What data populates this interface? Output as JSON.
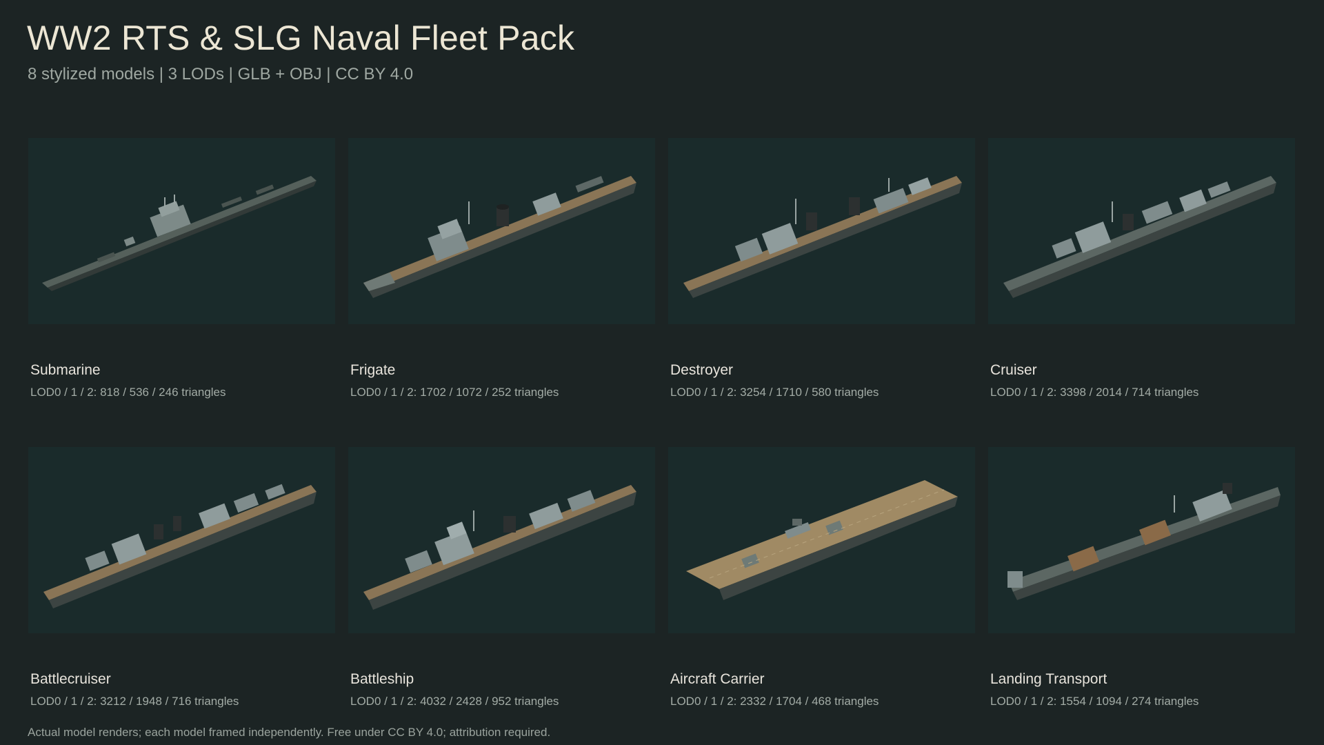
{
  "header": {
    "title": "WW2 RTS & SLG Naval Fleet Pack",
    "subtitle": "8 stylized models | 3 LODs | GLB + OBJ | CC BY 4.0"
  },
  "models": [
    {
      "name": "Submarine",
      "stats": "LOD0 / 1 / 2: 818 / 536 / 246 triangles"
    },
    {
      "name": "Frigate",
      "stats": "LOD0 / 1 / 2: 1702 / 1072 / 252 triangles"
    },
    {
      "name": "Destroyer",
      "stats": "LOD0 / 1 / 2: 3254 / 1710 / 580 triangles"
    },
    {
      "name": "Cruiser",
      "stats": "LOD0 / 1 / 2: 3398 / 2014 / 714 triangles"
    },
    {
      "name": "Battlecruiser",
      "stats": "LOD0 / 1 / 2: 3212 / 1948 / 716 triangles"
    },
    {
      "name": "Battleship",
      "stats": "LOD0 / 1 / 2: 4032 / 2428 / 952 triangles"
    },
    {
      "name": "Aircraft Carrier",
      "stats": "LOD0 / 1 / 2: 2332 / 1704 / 468 triangles"
    },
    {
      "name": "Landing Transport",
      "stats": "LOD0 / 1 / 2: 1554 / 1094 / 274 triangles"
    }
  ],
  "footer": {
    "note": "Actual model renders; each model framed independently. Free under CC BY 4.0; attribution required."
  },
  "colors": {
    "background": "#1c2424",
    "render_bg": "#1a2b2b",
    "hull": "#4b5450",
    "deck_wood": "#8a7556",
    "superstructure": "#7f8c8c",
    "funnel": "#2c3030"
  }
}
